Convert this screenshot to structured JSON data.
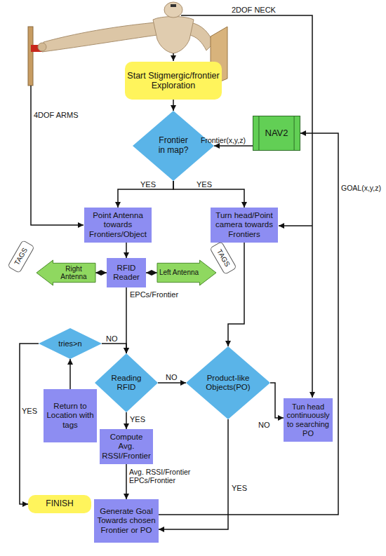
{
  "diagram": {
    "nodes": [
      {
        "text": [
          "Start Stigmergic/frontier Exploration"
        ]
      },
      {
        "text": [
          "Frontier in map?"
        ]
      },
      {
        "text": [
          "NAV2"
        ]
      },
      {
        "text": [
          "Point Antenna towards Frontiers/Object"
        ]
      },
      {
        "text": [
          "Turn head/Point camera towards Frontiers"
        ]
      },
      {
        "text": [
          "TAGS"
        ]
      },
      {
        "text": [
          "Right Antenna"
        ]
      },
      {
        "text": [
          "RFID Reader"
        ]
      },
      {
        "text": [
          "Left Antenna"
        ]
      },
      {
        "text": [
          "TAGS"
        ]
      },
      {
        "text": [
          "tries>n"
        ]
      },
      {
        "text": [
          "Reading RFID"
        ]
      },
      {
        "text": [
          "Product-like Objects(PO)"
        ]
      },
      {
        "text": [
          "Return to Location with tags"
        ]
      },
      {
        "text": [
          "Tun head continuously to searching PO"
        ]
      },
      {
        "text": [
          "Compute Avg. RSSI/Frontier"
        ]
      },
      {
        "text": [
          "FINISH"
        ]
      },
      {
        "text": [
          "Generate Goal Towards chosen Frontier or PO"
        ]
      }
    ],
    "edges": [
      {
        "from": 0,
        "to": 1,
        "arrow": "to"
      },
      {
        "from": 2,
        "to": 1,
        "label": "Frontier(x,y,z)",
        "arrow": "to"
      },
      {
        "from": 1,
        "to": 3,
        "label": "YES",
        "arrow": "to"
      },
      {
        "from": 1,
        "to": 4,
        "label": "YES",
        "arrow": "to"
      },
      {
        "from": 3,
        "to": 7,
        "arrow": "to"
      },
      {
        "from": 7,
        "to": 6,
        "arrow": "both"
      },
      {
        "from": 7,
        "to": 8,
        "arrow": "both"
      },
      {
        "from": 7,
        "to": 11,
        "label": "EPCs/Frontier",
        "arrow": "to"
      },
      {
        "from": 10,
        "to": 11,
        "label": "NO",
        "arrow": "to"
      },
      {
        "from": 10,
        "to": 16,
        "label": "YES",
        "arrow": "to"
      },
      {
        "from": 13,
        "to": 10,
        "arrow": "to"
      },
      {
        "from": 11,
        "to": 15,
        "label": "YES",
        "arrow": "to"
      },
      {
        "from": 11,
        "to": 12,
        "label": "NO",
        "arrow": "to"
      },
      {
        "from": 4,
        "to": 12,
        "arrow": "to"
      },
      {
        "from": 12,
        "to": 14,
        "label": "NO",
        "arrow": "to"
      },
      {
        "from": 12,
        "to": 17,
        "label": "YES",
        "arrow": "to"
      },
      {
        "from": 15,
        "to": 17,
        "label": "Avg. RSSI/Frontier EPCs/Frontier",
        "arrow": "to"
      },
      {
        "from": 17,
        "to": 2,
        "label": "GOAL(x,y,z)",
        "arrow": "to"
      }
    ],
    "labels": [
      "2DOF NECK",
      "4DOF ARMS"
    ]
  }
}
